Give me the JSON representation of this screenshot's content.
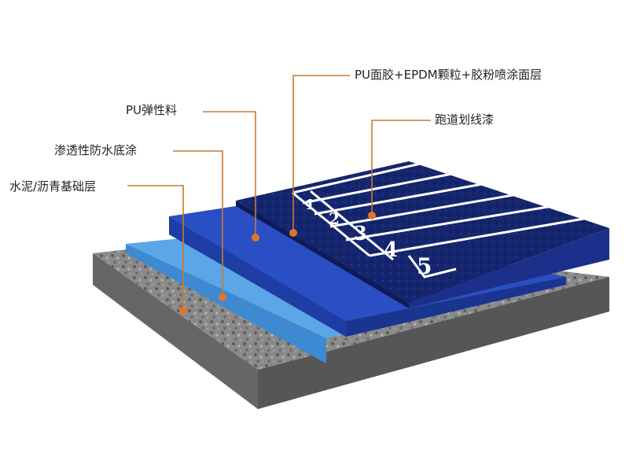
{
  "labels": {
    "top_layer": "PU面胶+EPDM颗粒+胶粉喷涂面层",
    "lane_lines": "跑道划线漆",
    "pu_elastic": "PU弹性料",
    "sealer": "渗透性防水底涂",
    "base": "水泥/沥青基础层"
  },
  "lane_numbers": [
    "1",
    "2",
    "3",
    "4",
    "5"
  ],
  "colors": {
    "leader_line": "#c87a2e",
    "marker": "#e0762a",
    "track_surface": "#14246e",
    "pu_layer": "#2a4fc4",
    "sealer_layer": "#5aa6e6",
    "concrete": "#7e7e7e",
    "lane_paint": "#ffffff"
  }
}
